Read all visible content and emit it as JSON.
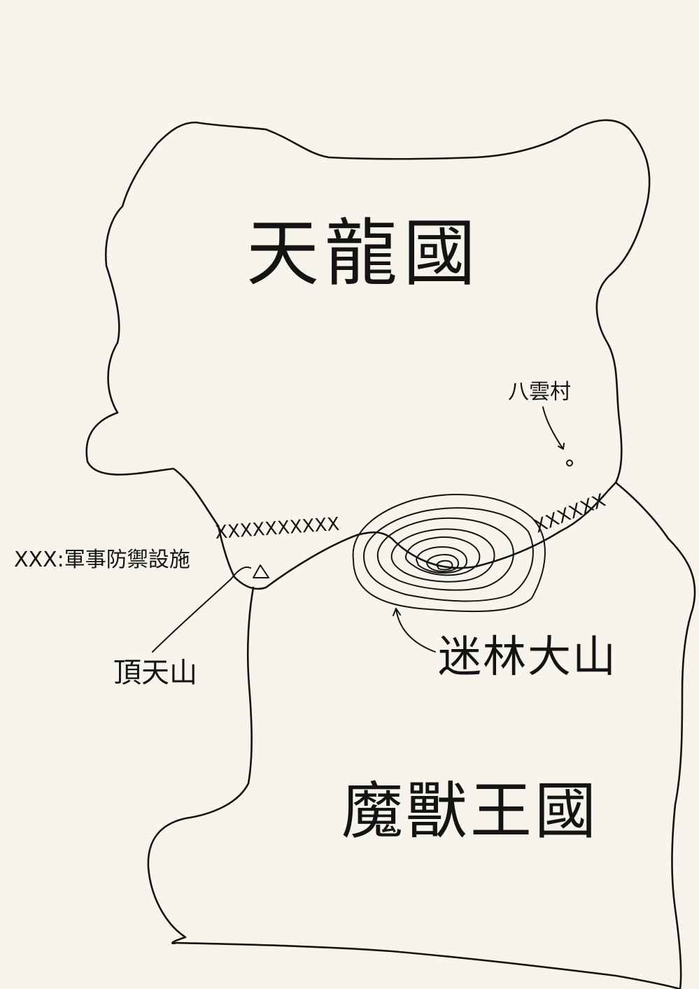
{
  "map": {
    "background": "#f7f5eb",
    "ink": "#141414",
    "labels": {
      "north_kingdom": "天龍國",
      "south_kingdom": "魔獸王國",
      "mountain": "迷林大山",
      "peak": "頂天山",
      "village": "八雲村",
      "legend": "XXX:軍事防禦設施"
    },
    "fortification_marks": {
      "west_wall": "XXXXXXXXXX",
      "east_wall": "XXXXXX"
    },
    "icons": {
      "peak_marker": "triangle-icon",
      "village_marker": "circle-icon"
    }
  }
}
